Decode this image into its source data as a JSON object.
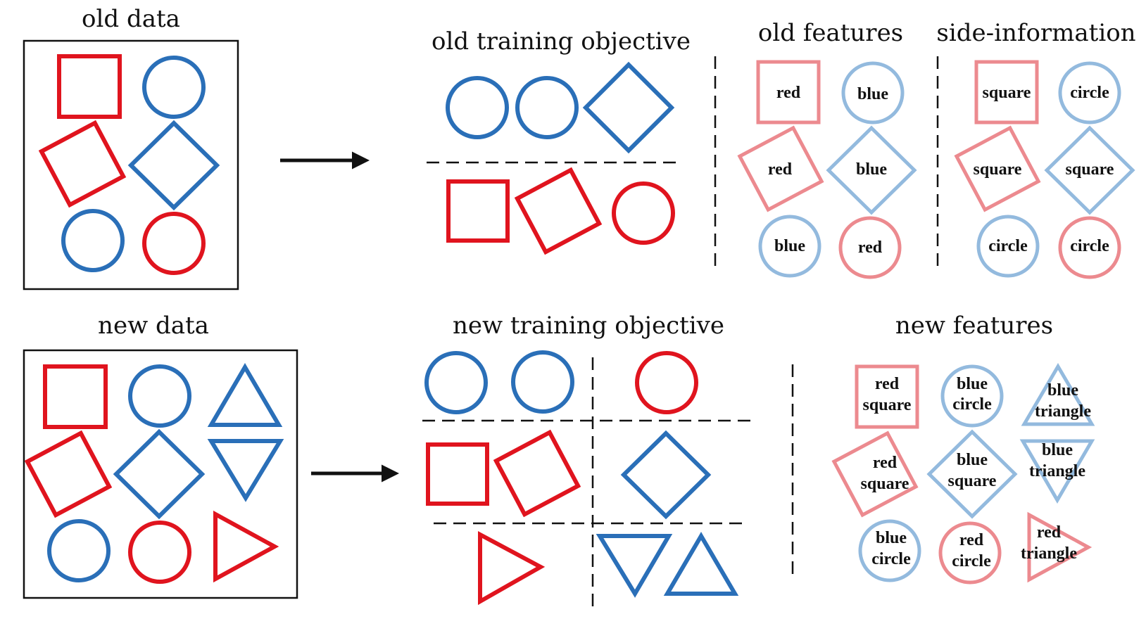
{
  "colors": {
    "red": "#e0141e",
    "blue": "#2a6fb8",
    "pale_red": "#ec8a8f",
    "pale_blue": "#93bade",
    "ink": "#111111"
  },
  "titles": {
    "old_data": "old data",
    "old_training_objective": "old training objective",
    "old_features": "old features",
    "side_information": "side-information",
    "new_data": "new data",
    "new_training_objective": "new training objective",
    "new_features": "new features"
  },
  "old_features": [
    [
      "red"
    ],
    [
      "blue"
    ],
    [
      "red"
    ],
    [
      "blue"
    ],
    [
      "blue"
    ],
    [
      "red"
    ]
  ],
  "side_information": [
    [
      "square"
    ],
    [
      "circle"
    ],
    [
      "square"
    ],
    [
      "square"
    ],
    [
      "circle"
    ],
    [
      "circle"
    ]
  ],
  "new_features": [
    [
      "red",
      "square"
    ],
    [
      "blue",
      "circle"
    ],
    [
      "blue",
      "triangle"
    ],
    [
      "red",
      "square"
    ],
    [
      "blue",
      "square"
    ],
    [
      "blue",
      "triangle"
    ],
    [
      "blue",
      "circle"
    ],
    [
      "red",
      "circle"
    ],
    [
      "red",
      "triangle"
    ]
  ]
}
